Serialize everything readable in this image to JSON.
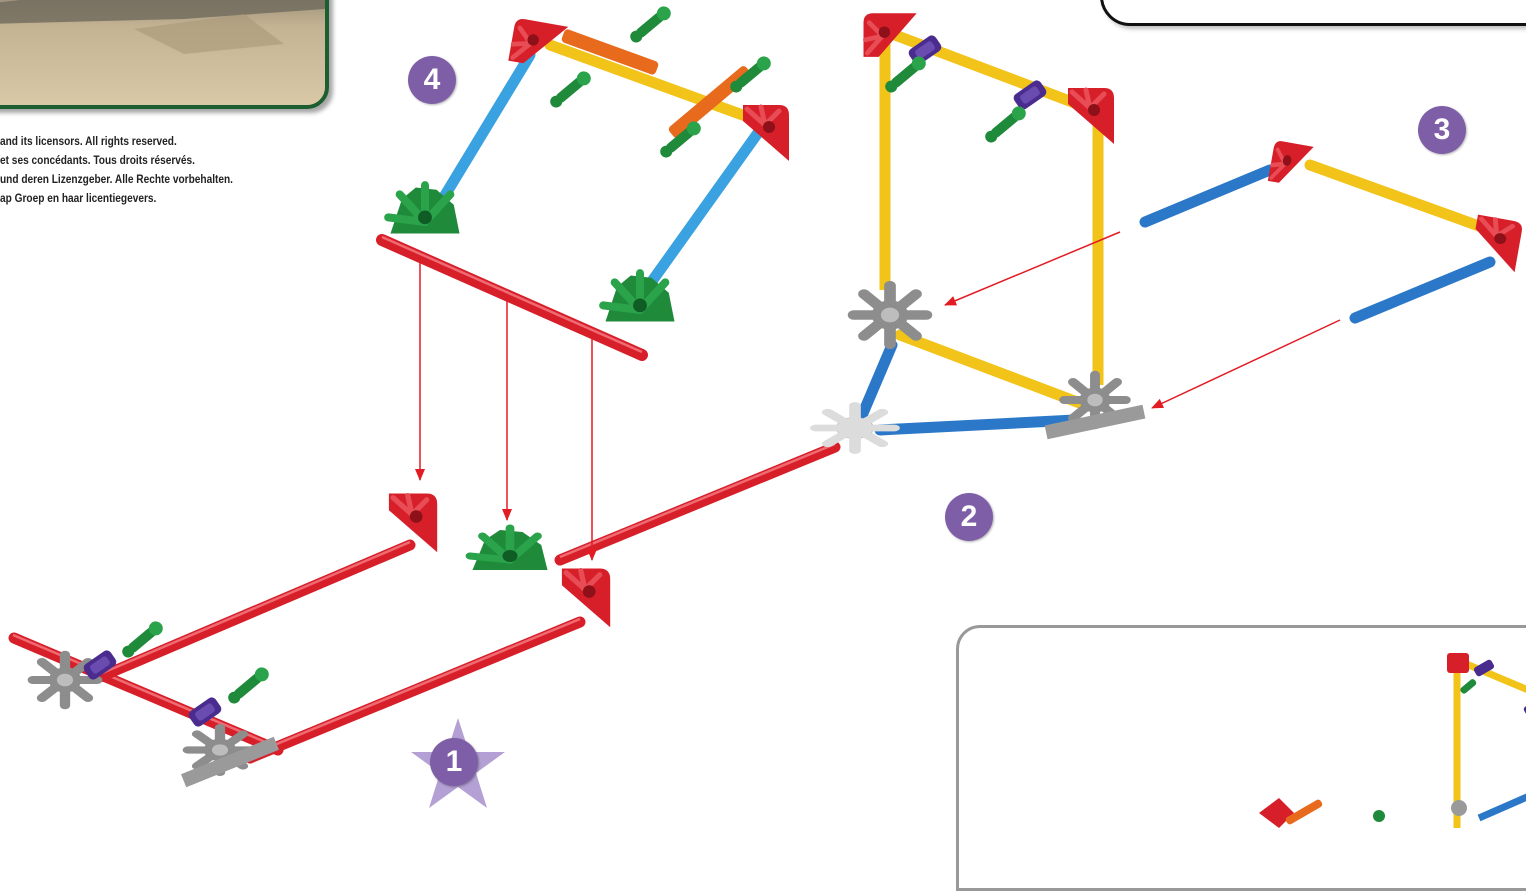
{
  "copyright_lines": [
    "and its licensors. All rights reserved.",
    "et ses concédants. Tous droits réservés.",
    "und deren Lizenzgeber. Alle Rechte vorbehalten.",
    "ap Groep en haar licentiegevers."
  ],
  "steps": [
    "1",
    "2",
    "3",
    "4"
  ],
  "colors": {
    "red": "#d71f2a",
    "yellow": "#f2c318",
    "blue": "#2b78c8",
    "light_blue": "#3aa2e0",
    "green": "#1f8a3a",
    "orange": "#e86a1c",
    "purple": "#4a2c8f",
    "gray": "#9a9a9a",
    "white": "#eeeeee",
    "badge_purple": "#7e5fa7",
    "badge_star": "#b4a0d4",
    "photo_border": "#1d5e30"
  }
}
